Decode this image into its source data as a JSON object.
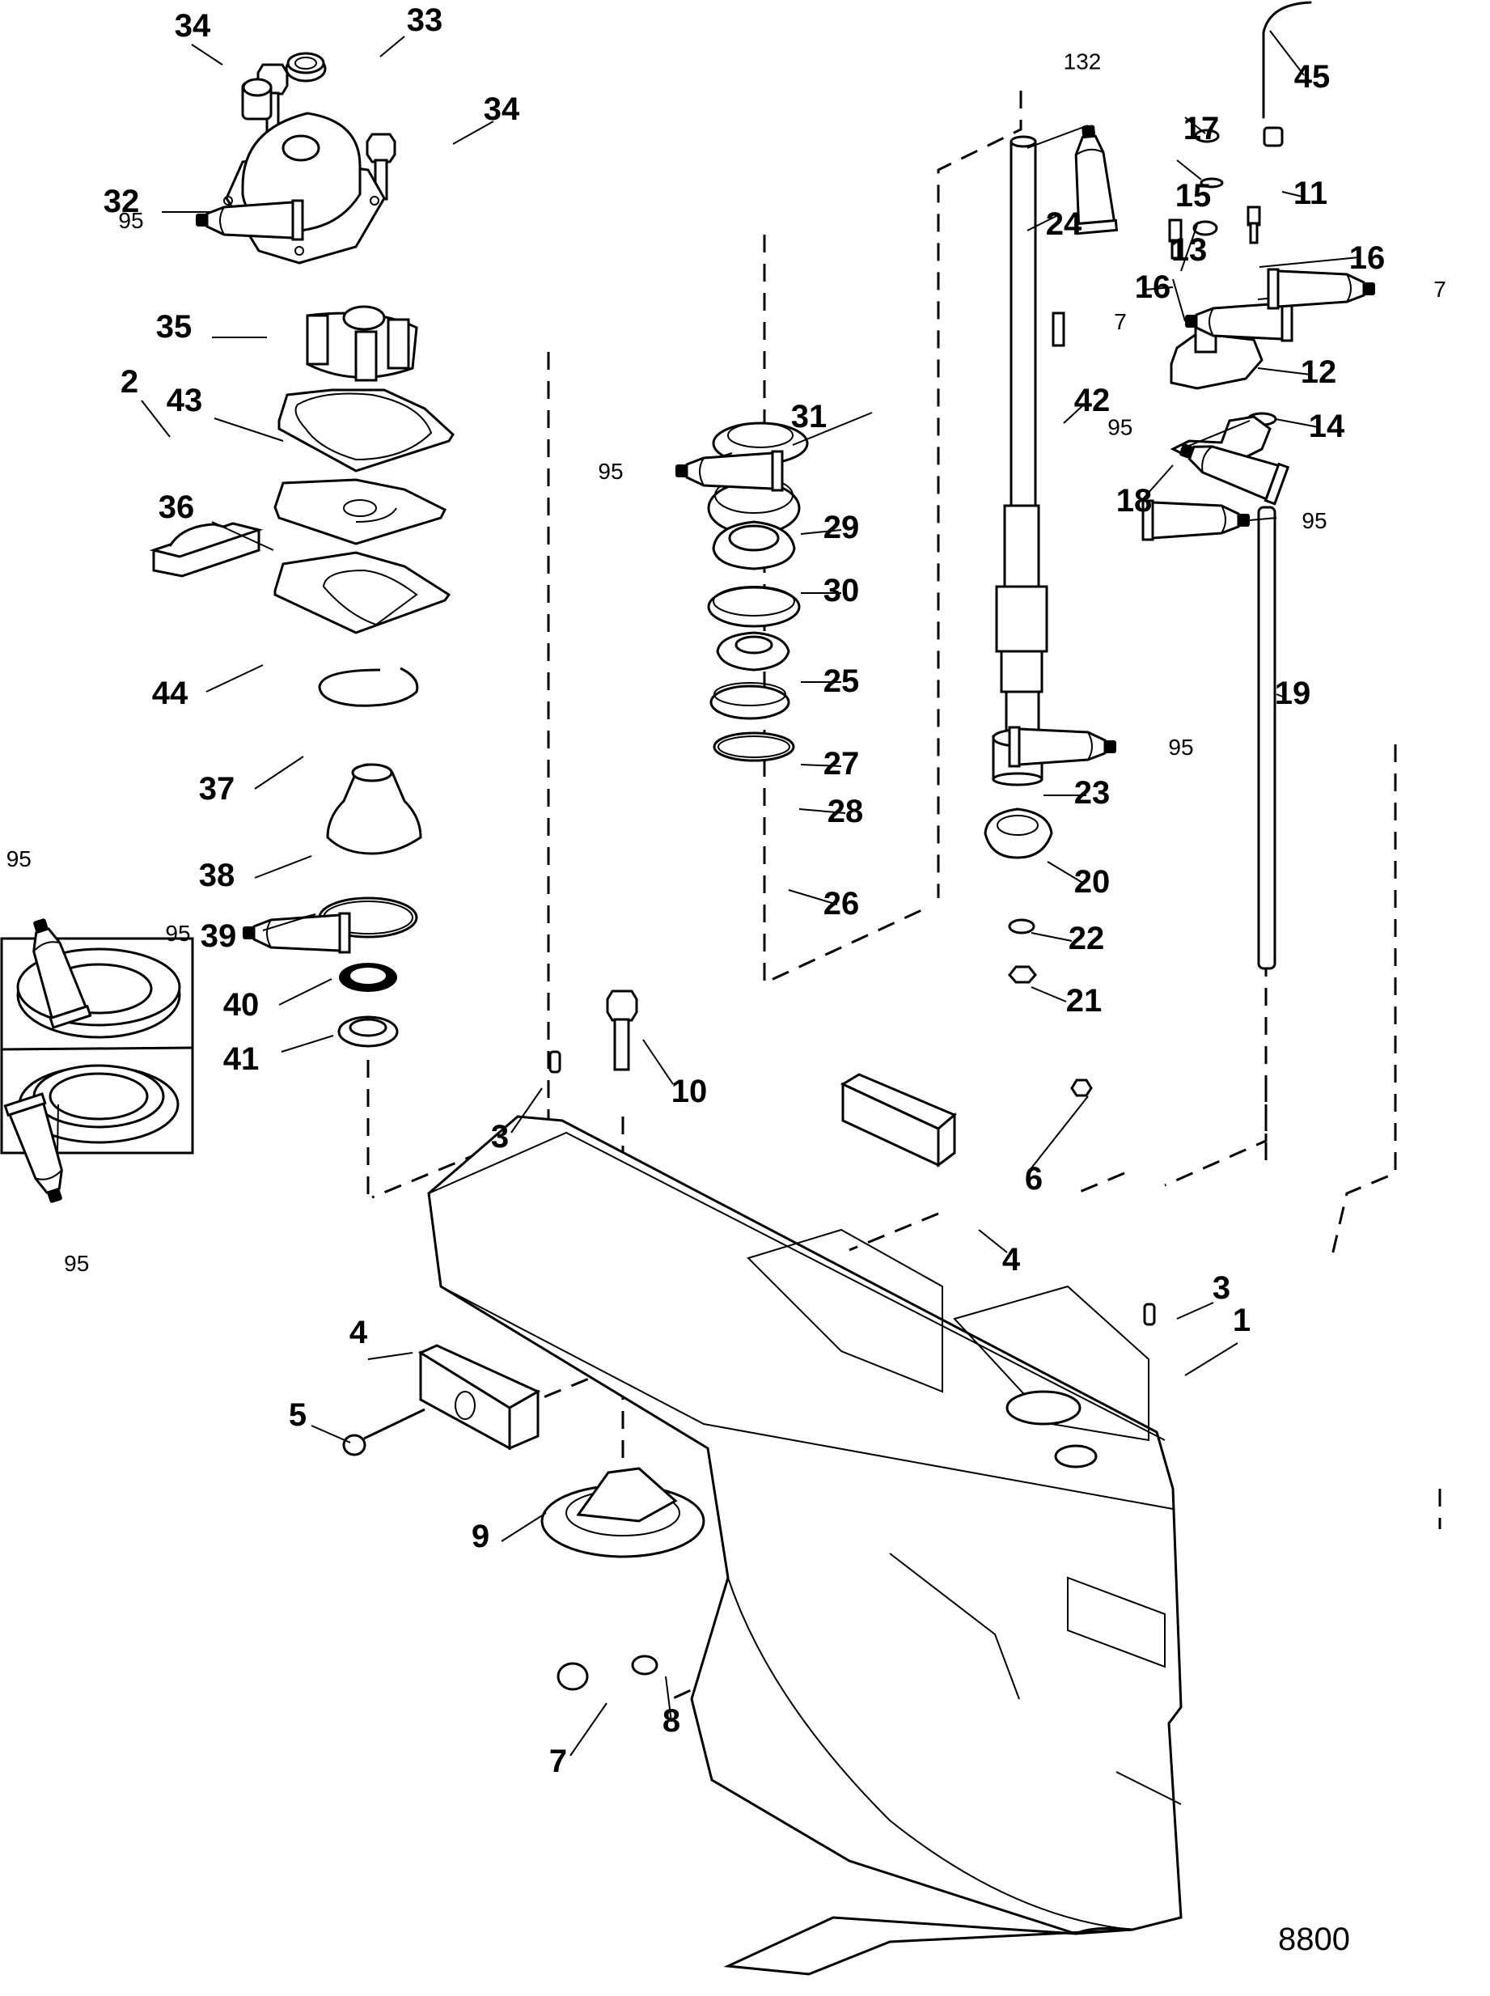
{
  "diagram": {
    "title": "Gear Housing Exploded View",
    "figure_number": "8800",
    "callouts": [
      {
        "id": "1",
        "label": "1"
      },
      {
        "id": "2",
        "label": "2"
      },
      {
        "id": "3a",
        "label": "3"
      },
      {
        "id": "3b",
        "label": "3"
      },
      {
        "id": "4a",
        "label": "4"
      },
      {
        "id": "4b",
        "label": "4"
      },
      {
        "id": "5",
        "label": "5"
      },
      {
        "id": "6",
        "label": "6"
      },
      {
        "id": "7",
        "label": "7"
      },
      {
        "id": "8",
        "label": "8"
      },
      {
        "id": "9",
        "label": "9"
      },
      {
        "id": "10",
        "label": "10"
      },
      {
        "id": "11",
        "label": "11"
      },
      {
        "id": "12",
        "label": "12"
      },
      {
        "id": "13",
        "label": "13"
      },
      {
        "id": "14",
        "label": "14"
      },
      {
        "id": "15",
        "label": "15"
      },
      {
        "id": "16a",
        "label": "16"
      },
      {
        "id": "16b",
        "label": "16"
      },
      {
        "id": "17",
        "label": "17"
      },
      {
        "id": "18",
        "label": "18"
      },
      {
        "id": "19",
        "label": "19"
      },
      {
        "id": "20",
        "label": "20"
      },
      {
        "id": "21",
        "label": "21"
      },
      {
        "id": "22",
        "label": "22"
      },
      {
        "id": "23",
        "label": "23"
      },
      {
        "id": "24",
        "label": "24"
      },
      {
        "id": "25",
        "label": "25"
      },
      {
        "id": "26",
        "label": "26"
      },
      {
        "id": "27",
        "label": "27"
      },
      {
        "id": "28",
        "label": "28"
      },
      {
        "id": "29",
        "label": "29"
      },
      {
        "id": "30",
        "label": "30"
      },
      {
        "id": "31",
        "label": "31"
      },
      {
        "id": "32",
        "label": "32"
      },
      {
        "id": "33",
        "label": "33"
      },
      {
        "id": "34a",
        "label": "34"
      },
      {
        "id": "34b",
        "label": "34"
      },
      {
        "id": "35",
        "label": "35"
      },
      {
        "id": "36",
        "label": "36"
      },
      {
        "id": "37",
        "label": "37"
      },
      {
        "id": "38",
        "label": "38"
      },
      {
        "id": "39",
        "label": "39"
      },
      {
        "id": "40",
        "label": "40"
      },
      {
        "id": "41",
        "label": "41"
      },
      {
        "id": "42",
        "label": "42"
      },
      {
        "id": "43",
        "label": "43"
      },
      {
        "id": "44",
        "label": "44"
      },
      {
        "id": "45",
        "label": "45"
      }
    ],
    "sealant_tubes": [
      {
        "id": "t-32",
        "label": "95"
      },
      {
        "id": "t-31",
        "label": "95"
      },
      {
        "id": "t-24",
        "label": "132"
      },
      {
        "id": "t-16a",
        "label": "7"
      },
      {
        "id": "t-16b",
        "label": "7"
      },
      {
        "id": "t-14",
        "label": "95"
      },
      {
        "id": "t-19",
        "label": "95"
      },
      {
        "id": "t-23",
        "label": "95"
      },
      {
        "id": "t-39",
        "label": "95"
      },
      {
        "id": "t-40",
        "label": "95"
      },
      {
        "id": "t-41",
        "label": "95"
      }
    ]
  }
}
